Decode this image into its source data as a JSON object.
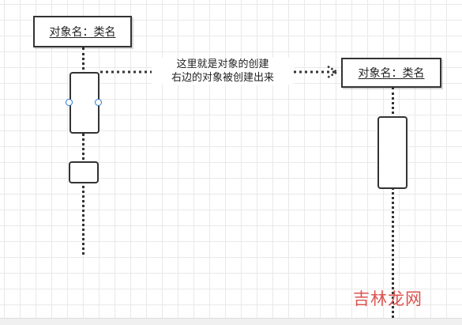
{
  "diagram": {
    "left_object": {
      "label": "对象名：类名"
    },
    "right_object": {
      "label": "对象名：类名"
    },
    "create_message": {
      "line1": "这里就是对象的创建",
      "line2": "右边的对象被创建出来"
    }
  },
  "watermark": {
    "text": "吉林龙网"
  },
  "colors": {
    "stroke": "#333333",
    "grid": "#e9e9e9",
    "handle": "#2b7bd6",
    "watermark": "#d9534f"
  }
}
